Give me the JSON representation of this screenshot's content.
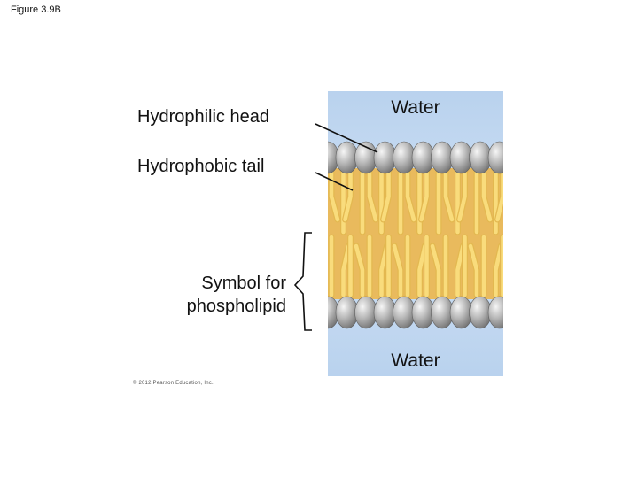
{
  "figure_label": "Figure 3.9B",
  "labels": {
    "hydrophilic_head": "Hydrophilic head",
    "hydrophobic_tail": "Hydrophobic tail",
    "symbol_line1": "Symbol for",
    "symbol_line2": "phospholipid",
    "water_top": "Water",
    "water_bottom": "Water"
  },
  "copyright": "© 2012 Pearson Education, Inc.",
  "colors": {
    "water": "#c4d9ef",
    "lipid_interior": "#e8b95c",
    "tail": "#f9dc7c",
    "tail_outline": "#e3b850",
    "head": "#a3a3a3",
    "leader_line": "#111111"
  }
}
